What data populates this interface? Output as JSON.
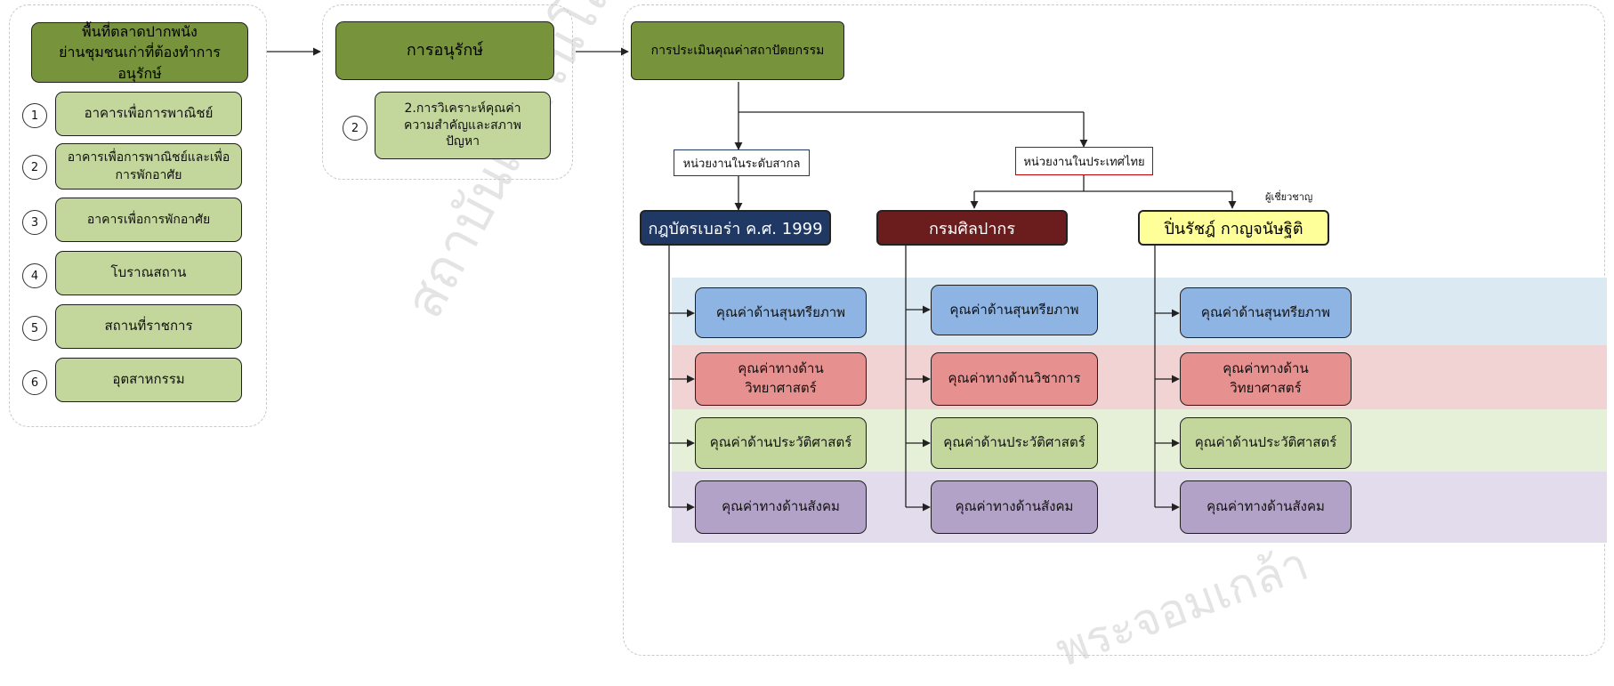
{
  "left_panel": {
    "title": "พื้นที่ตลาดปากพนัง\nย่านชุมชนเก่าที่ต้องทำการอนุรักษ์",
    "items": [
      {
        "num": "1",
        "label": "อาคารเพื่อการพาณิชย์"
      },
      {
        "num": "2",
        "label": "อาคารเพื่อการพาณิชย์และเพื่อ\nการพักอาศัย"
      },
      {
        "num": "3",
        "label": "อาคารเพื่อการพักอาศัย"
      },
      {
        "num": "4",
        "label": "โบราณสถาน"
      },
      {
        "num": "5",
        "label": "สถานที่ราชการ"
      },
      {
        "num": "6",
        "label": "อุตสาหกรรม"
      }
    ]
  },
  "middle_panel": {
    "title": "การอนุรักษ์",
    "item_num": "2",
    "item_label": "2.การวิเคราะห์คุณค่า\nความสำคัญและสภาพ\nปัญหา"
  },
  "right_panel": {
    "title": "การประเมินคุณค่าสถาปัตยกรรม",
    "intl_label": "หน่วยงานในระดับสากล",
    "thai_label": "หน่วยงานในประเทศไทย",
    "expert_label": "ผู้เชี่ยวชาญ",
    "col1": {
      "header": "กฎบัตรเบอร่า ค.ศ. 1999",
      "items": [
        "คุณค่าด้านสุนทรียภาพ",
        "คุณค่าทางด้าน\nวิทยาศาสตร์",
        "คุณค่าด้านประวัติศาสตร์",
        "คุณค่าทางด้านสังคม"
      ]
    },
    "col2": {
      "header": "กรมศิลปากร",
      "items": [
        "คุณค่าด้านสุนทรียภาพ",
        "คุณค่าทางด้านวิชาการ",
        "คุณค่าด้านประวัติศาสตร์",
        "คุณค่าทางด้านสังคม"
      ]
    },
    "col3": {
      "header": "ปิ่นรัชฎ์ กาญจนัษฐิติ",
      "items": [
        "คุณค่าด้านสุนทรียภาพ",
        "คุณค่าทางด้าน\nวิทยาศาสตร์",
        "คุณค่าด้านประวัติศาสตร์",
        "คุณค่าทางด้านสังคม"
      ]
    },
    "colors": {
      "blue_band": "#dbe9f3",
      "red_band": "#f2d3d3",
      "green_band": "#e6efd7",
      "purple_band": "#e3dcec",
      "col1_header": "#1f3864",
      "col2_header": "#6b1d1d",
      "col3_header": "#ffff99"
    }
  },
  "watermark": {
    "left_text": "สถาบันเทคโนโลยี",
    "right_text": "พระจอมเกล้า"
  }
}
